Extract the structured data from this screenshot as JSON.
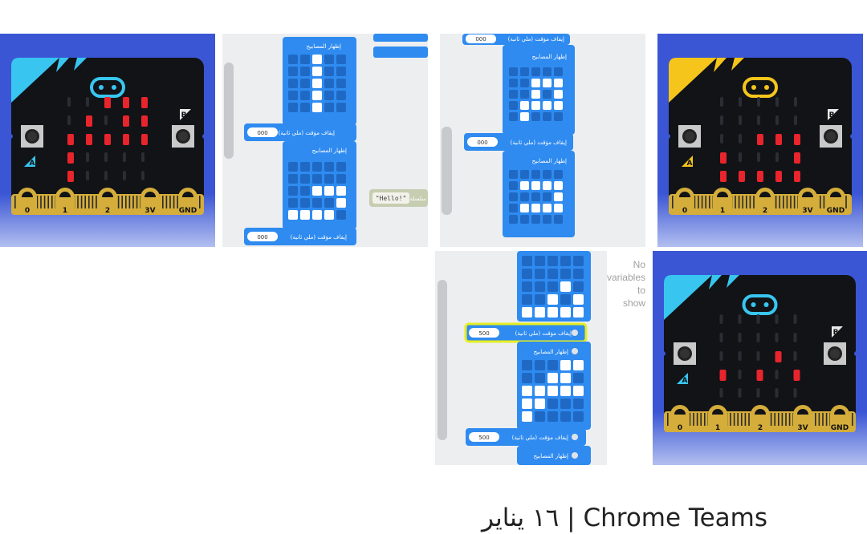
{
  "colors": {
    "board_bg_top": "#3a56d4",
    "board_bg_bottom": "#b3bff0",
    "board_body": "#111317",
    "accent_cyan": "#38c6f0",
    "accent_yellow": "#f5c51b",
    "led_on": "#e8242c",
    "led_off": "#2a2d33",
    "pin_gold": "#d4ad3a",
    "editor_bg": "#eceef0",
    "block_blue": "#2f8bf0",
    "block_text": "#ffffff",
    "highlight": "#e6ee21"
  },
  "boards": [
    {
      "accent": "cyan",
      "logo_icon": "microbit-logo-icon",
      "leds": [
        "00111",
        "01011",
        "11111",
        "10000",
        "10000"
      ],
      "pins": [
        "0",
        "1",
        "2",
        "3V",
        "GND"
      ],
      "button_a": "A",
      "button_b": "B"
    },
    {
      "accent": "yellow",
      "logo_icon": "microbit-logo-icon",
      "leds": [
        "00000",
        "00000",
        "00111",
        "10001",
        "11111"
      ],
      "pins": [
        "0",
        "1",
        "2",
        "3V",
        "GND"
      ],
      "button_a": "A",
      "button_b": "B"
    },
    {
      "accent": "cyan",
      "logo_icon": "microbit-logo-icon",
      "leds": [
        "00000",
        "00000",
        "00010",
        "10101",
        "00000"
      ],
      "pins": [
        "0",
        "1",
        "2",
        "3V",
        "GND"
      ],
      "button_a": "A",
      "button_b": "B"
    }
  ],
  "editors": {
    "pause_label": "إيقاف مؤقت (ملي ثانية)",
    "show_leds_label": "إظهار المصابيح",
    "pause_value_a": "000",
    "pause_value_b": "500",
    "string_block_value": "\"Hello!\"",
    "string_block_label": "سلسلة",
    "grid_a1": [
      "00100",
      "00100",
      "00100",
      "00100",
      "00100"
    ],
    "grid_a2": [
      "00000",
      "00000",
      "00111",
      "00001",
      "11110"
    ],
    "grid_b1": [
      "00000",
      "00111",
      "00101",
      "01111",
      "01000"
    ],
    "grid_b2": [
      "00000",
      "01111",
      "00001",
      "01111",
      "00000"
    ],
    "grid_c1": [
      "00000",
      "00000",
      "00010",
      "00101",
      "11111"
    ],
    "grid_c2": [
      "00011",
      "00110",
      "11111",
      "11000",
      "10000"
    ]
  },
  "variables_panel": {
    "text_lines": [
      "No",
      "variables",
      "to",
      "show"
    ]
  },
  "caption": {
    "text": "١٦ يناير | Chrome Teams"
  }
}
